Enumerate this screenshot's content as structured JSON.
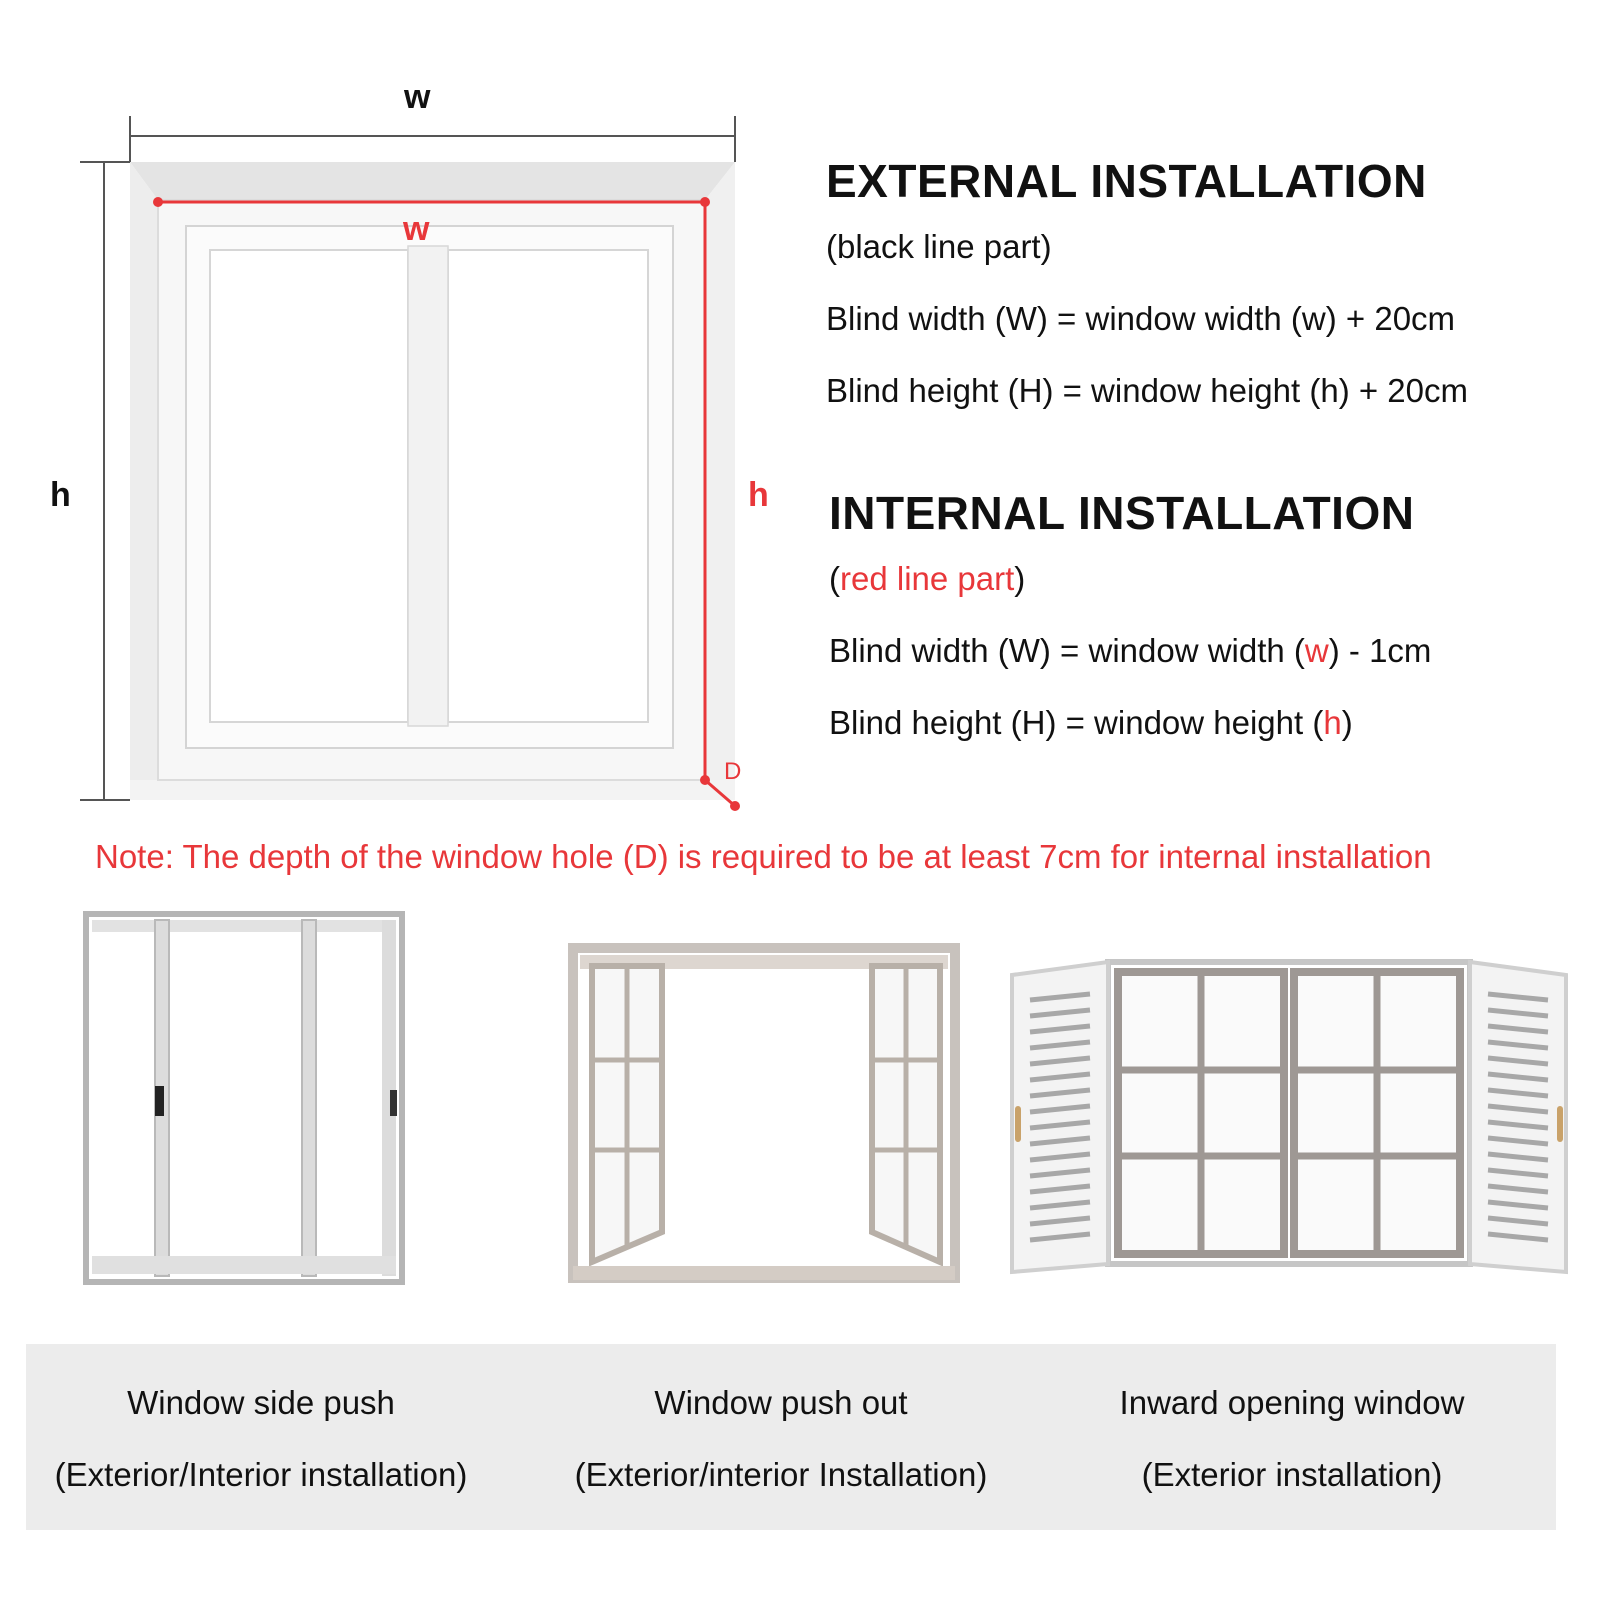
{
  "diagram": {
    "outer_width_label": "w",
    "outer_height_label": "h",
    "inner_width_label": "w",
    "inner_height_label": "h",
    "depth_label": "D"
  },
  "external": {
    "title": "EXTERNAL INSTALLATION",
    "subtitle": "(black line part)",
    "width_formula": "Blind width (W) = window width (w) + 20cm",
    "height_formula": "Blind height (H) = window height (h) + 20cm"
  },
  "internal": {
    "title": "INTERNAL INSTALLATION",
    "subtitle_open": "(",
    "subtitle_red": "red line part",
    "subtitle_close": ")",
    "width_formula_pre": "Blind width (W) = window width (",
    "width_formula_var": "w",
    "width_formula_post": ") - 1cm",
    "height_formula_pre": "Blind height (H) = window height (",
    "height_formula_var": "h",
    "height_formula_post": ")"
  },
  "note": "Note: The depth of the window hole (D) is required to be at least 7cm for internal installation",
  "window_types": [
    {
      "name": "Window side push",
      "installation": "(Exterior/Interior installation)"
    },
    {
      "name": "Window push out",
      "installation": "(Exterior/interior Installation)"
    },
    {
      "name": "Inward opening window",
      "installation": "(Exterior installation)"
    }
  ],
  "colors": {
    "accent_red": "#e8373a",
    "text": "#111111",
    "panel_gray": "#ececec"
  }
}
